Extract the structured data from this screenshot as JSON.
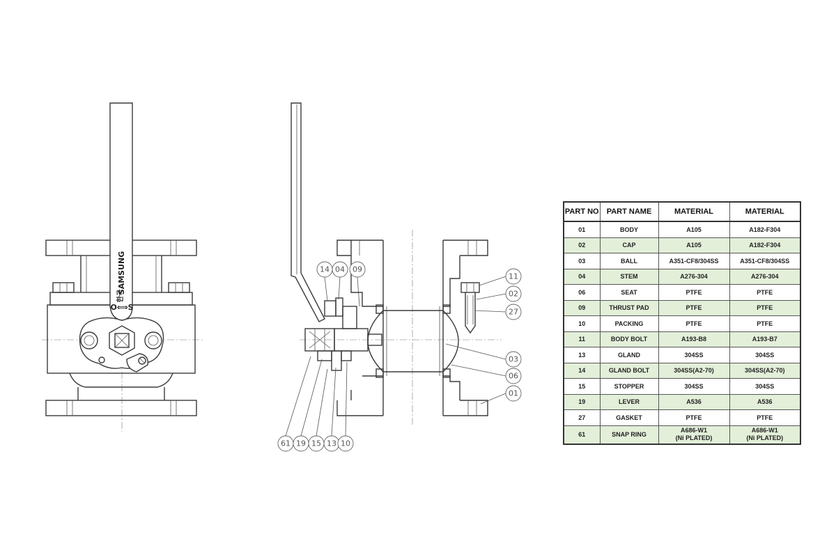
{
  "colors": {
    "table_band": "#e3efd9",
    "line": "#3a3a3a"
  },
  "front_view": {
    "lever_brand": "SAMSUNG",
    "lever_korean": "한국",
    "lever_os": "O⟺S"
  },
  "callouts": [
    {
      "id": "14",
      "text": "14"
    },
    {
      "id": "04",
      "text": "04"
    },
    {
      "id": "09",
      "text": "09"
    },
    {
      "id": "11",
      "text": "11"
    },
    {
      "id": "02",
      "text": "02"
    },
    {
      "id": "27",
      "text": "27"
    },
    {
      "id": "03",
      "text": "03"
    },
    {
      "id": "06",
      "text": "06"
    },
    {
      "id": "01",
      "text": "01"
    },
    {
      "id": "61",
      "text": "61"
    },
    {
      "id": "19",
      "text": "19"
    },
    {
      "id": "15",
      "text": "15"
    },
    {
      "id": "13",
      "text": "13"
    },
    {
      "id": "10",
      "text": "10"
    }
  ],
  "parts_table": {
    "headers": [
      "PART NO",
      "PART NAME",
      "MATERIAL",
      "MATERIAL"
    ],
    "rows": [
      [
        "01",
        "BODY",
        "A105",
        "A182-F304"
      ],
      [
        "02",
        "CAP",
        "A105",
        "A182-F304"
      ],
      [
        "03",
        "BALL",
        "A351-CF8/304SS",
        "A351-CF8/304SS"
      ],
      [
        "04",
        "STEM",
        "A276-304",
        "A276-304"
      ],
      [
        "06",
        "SEAT",
        "PTFE",
        "PTFE"
      ],
      [
        "09",
        "THRUST PAD",
        "PTFE",
        "PTFE"
      ],
      [
        "10",
        "PACKING",
        "PTFE",
        "PTFE"
      ],
      [
        "11",
        "BODY BOLT",
        "A193-B8",
        "A193-B7"
      ],
      [
        "13",
        "GLAND",
        "304SS",
        "304SS"
      ],
      [
        "14",
        "GLAND BOLT",
        "304SS(A2-70)",
        "304SS(A2-70)"
      ],
      [
        "15",
        "STOPPER",
        "304SS",
        "304SS"
      ],
      [
        "19",
        "LEVER",
        "A536",
        "A536"
      ],
      [
        "27",
        "GASKET",
        "PTFE",
        "PTFE"
      ],
      [
        "61",
        "SNAP RING",
        "A686-W1\n(Ni PLATED)",
        "A686-W1\n(Ni PLATED)"
      ]
    ]
  }
}
